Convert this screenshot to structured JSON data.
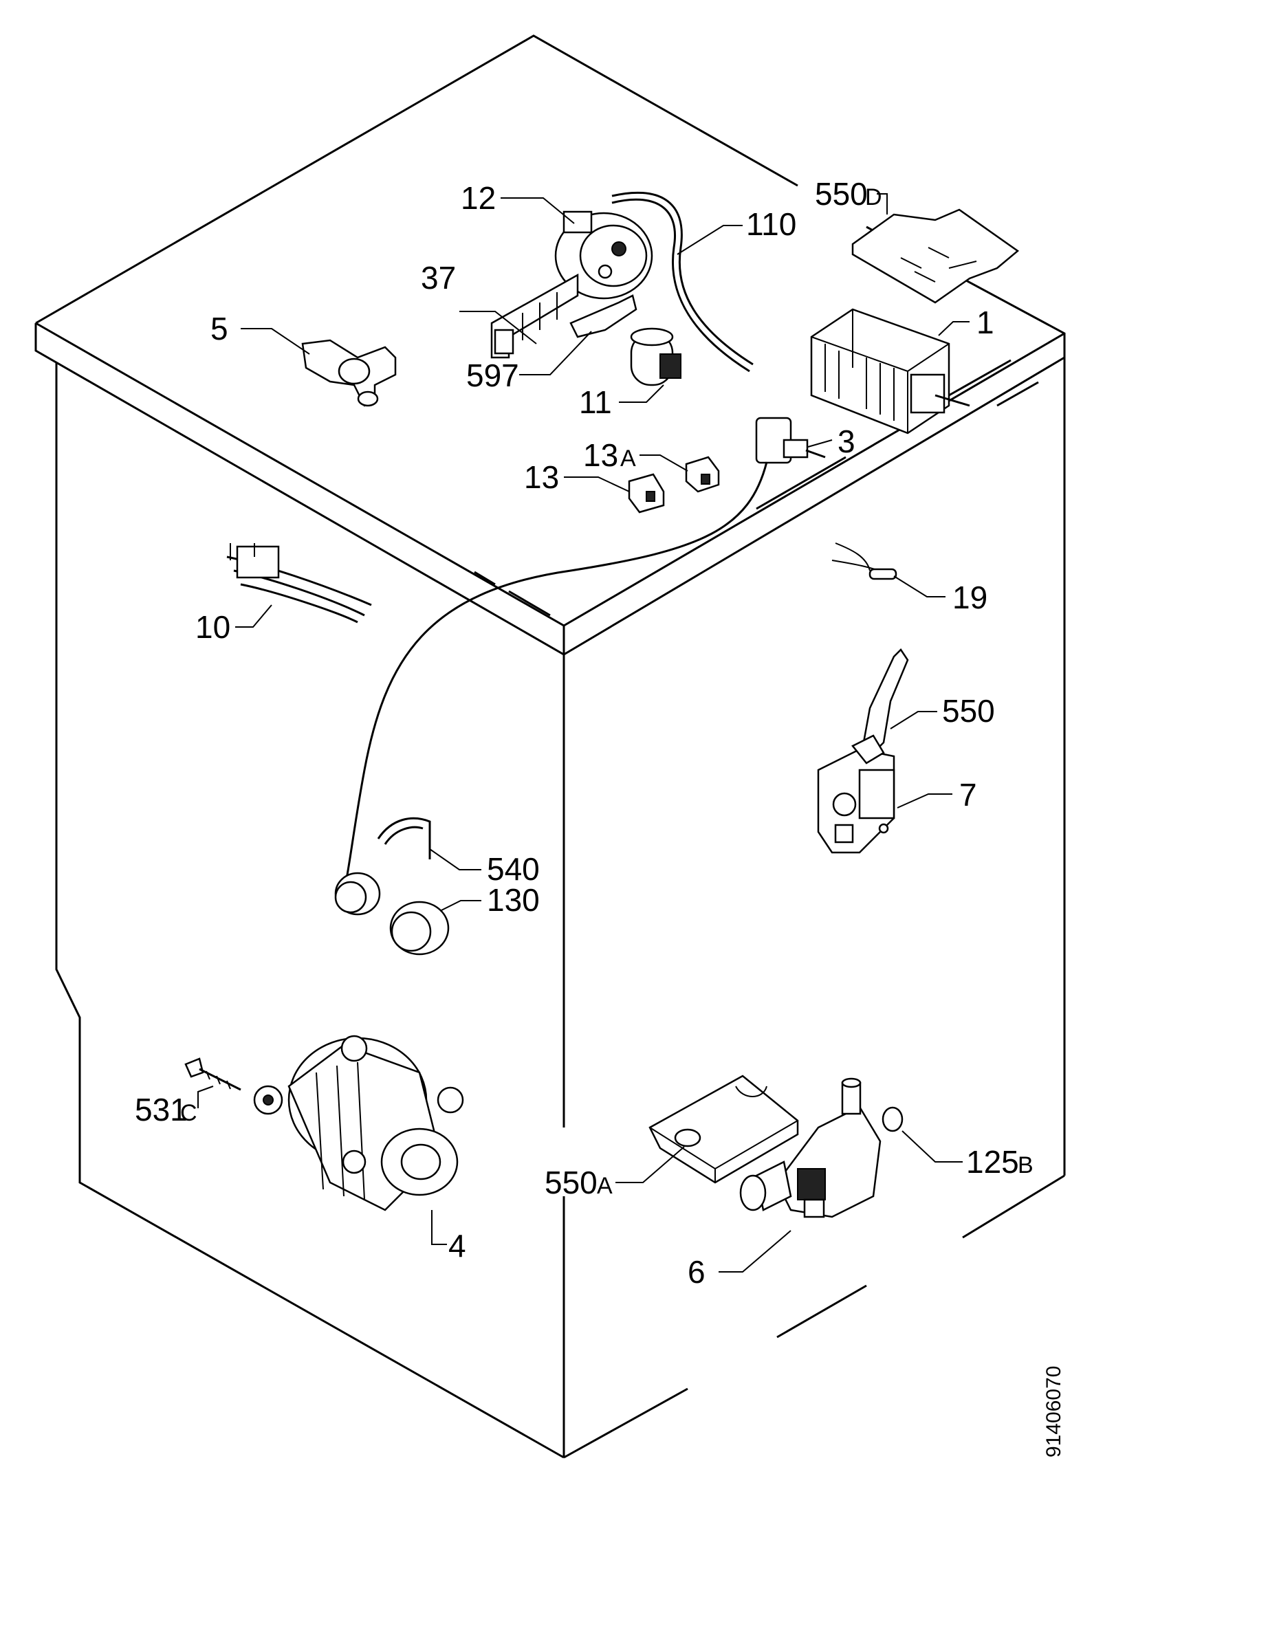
{
  "diagram": {
    "callouts": [
      {
        "id": "c1",
        "label": "1"
      },
      {
        "id": "c3",
        "label": "3"
      },
      {
        "id": "c4",
        "label": "4"
      },
      {
        "id": "c5",
        "label": "5"
      },
      {
        "id": "c6",
        "label": "6"
      },
      {
        "id": "c7",
        "label": "7"
      },
      {
        "id": "c10",
        "label": "10"
      },
      {
        "id": "c11",
        "label": "11"
      },
      {
        "id": "c12",
        "label": "12"
      },
      {
        "id": "c13",
        "label": "13"
      },
      {
        "id": "c13a",
        "label": "13",
        "suffix": "A"
      },
      {
        "id": "c19",
        "label": "19"
      },
      {
        "id": "c37",
        "label": "37"
      },
      {
        "id": "c110",
        "label": "110"
      },
      {
        "id": "c125b",
        "label": "125",
        "suffix": "B"
      },
      {
        "id": "c130",
        "label": "130"
      },
      {
        "id": "c531c",
        "label": "531",
        "suffix": "C"
      },
      {
        "id": "c540",
        "label": "540"
      },
      {
        "id": "c550",
        "label": "550"
      },
      {
        "id": "c550a",
        "label": "550",
        "suffix": "A"
      },
      {
        "id": "c550d",
        "label": "550",
        "suffix": "D"
      },
      {
        "id": "c597",
        "label": "597"
      }
    ],
    "drawing_code": "91406070"
  }
}
